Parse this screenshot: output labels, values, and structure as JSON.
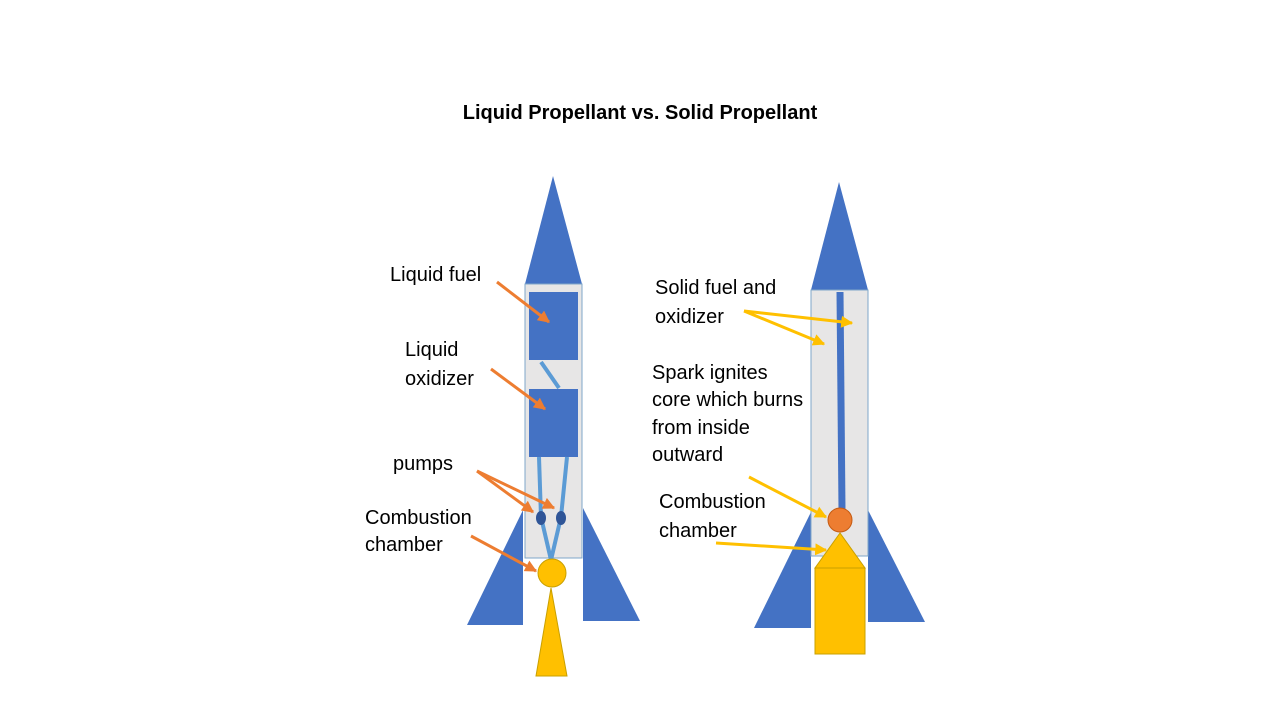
{
  "title": "Liquid Propellant vs. Solid Propellant",
  "liquid_rocket": {
    "labels": {
      "liquid_fuel": "Liquid fuel",
      "liquid_oxidizer_1": "Liquid",
      "liquid_oxidizer_2": "oxidizer",
      "pumps": "pumps",
      "combustion_1": "Combustion",
      "combustion_2": "chamber"
    }
  },
  "solid_rocket": {
    "labels": {
      "solid_fuel_1": "Solid fuel and",
      "solid_fuel_2": "oxidizer",
      "spark_1": "Spark ignites",
      "spark_2": "core which burns",
      "spark_3": "from inside",
      "spark_4": "outward",
      "combustion_1": "Combustion",
      "combustion_2": "chamber"
    }
  },
  "colors": {
    "rocket_blue": "#4472C4",
    "body_gray": "#E7E6E6",
    "line_blue": "#5B9BD5",
    "flame_yellow": "#FFC000",
    "arrow_orange": "#ED7D31",
    "arrow_yellow": "#FFC000",
    "ignition_orange": "#ED7D31"
  }
}
